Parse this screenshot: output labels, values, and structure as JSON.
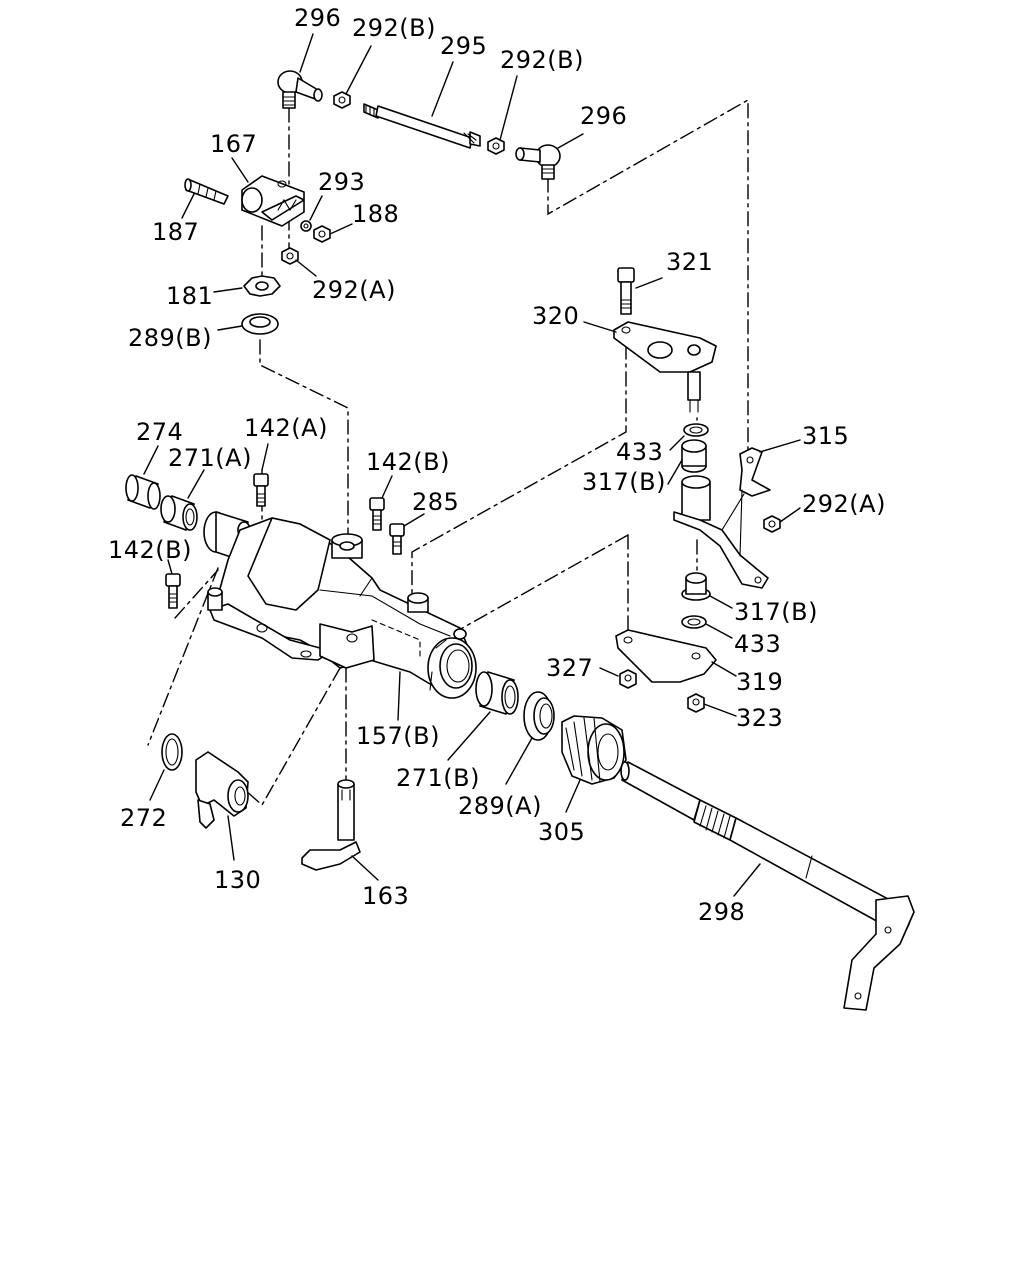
{
  "labels": {
    "l296a": "296",
    "l292b_a": "292(B)",
    "l295": "295",
    "l292b_b": "292(B)",
    "l296b": "296",
    "l167": "167",
    "l293": "293",
    "l188": "188",
    "l187": "187",
    "l181": "181",
    "l292a_a": "292(A)",
    "l321": "321",
    "l320": "320",
    "l289b": "289(B)",
    "l274": "274",
    "l142a": "142(A)",
    "l271a": "271(A)",
    "l142b_a": "142(B)",
    "l285": "285",
    "l433a": "433",
    "l315": "315",
    "l317ba": "317(B)",
    "l292a_b": "292(A)",
    "l142b_b": "142(B)",
    "l317bb": "317(B)",
    "l433b": "433",
    "l327": "327",
    "l319": "319",
    "l323": "323",
    "l157b": "157(B)",
    "l271b": "271(B)",
    "l289a": "289(A)",
    "l305": "305",
    "l272": "272",
    "l130": "130",
    "l163": "163",
    "l298": "298"
  }
}
